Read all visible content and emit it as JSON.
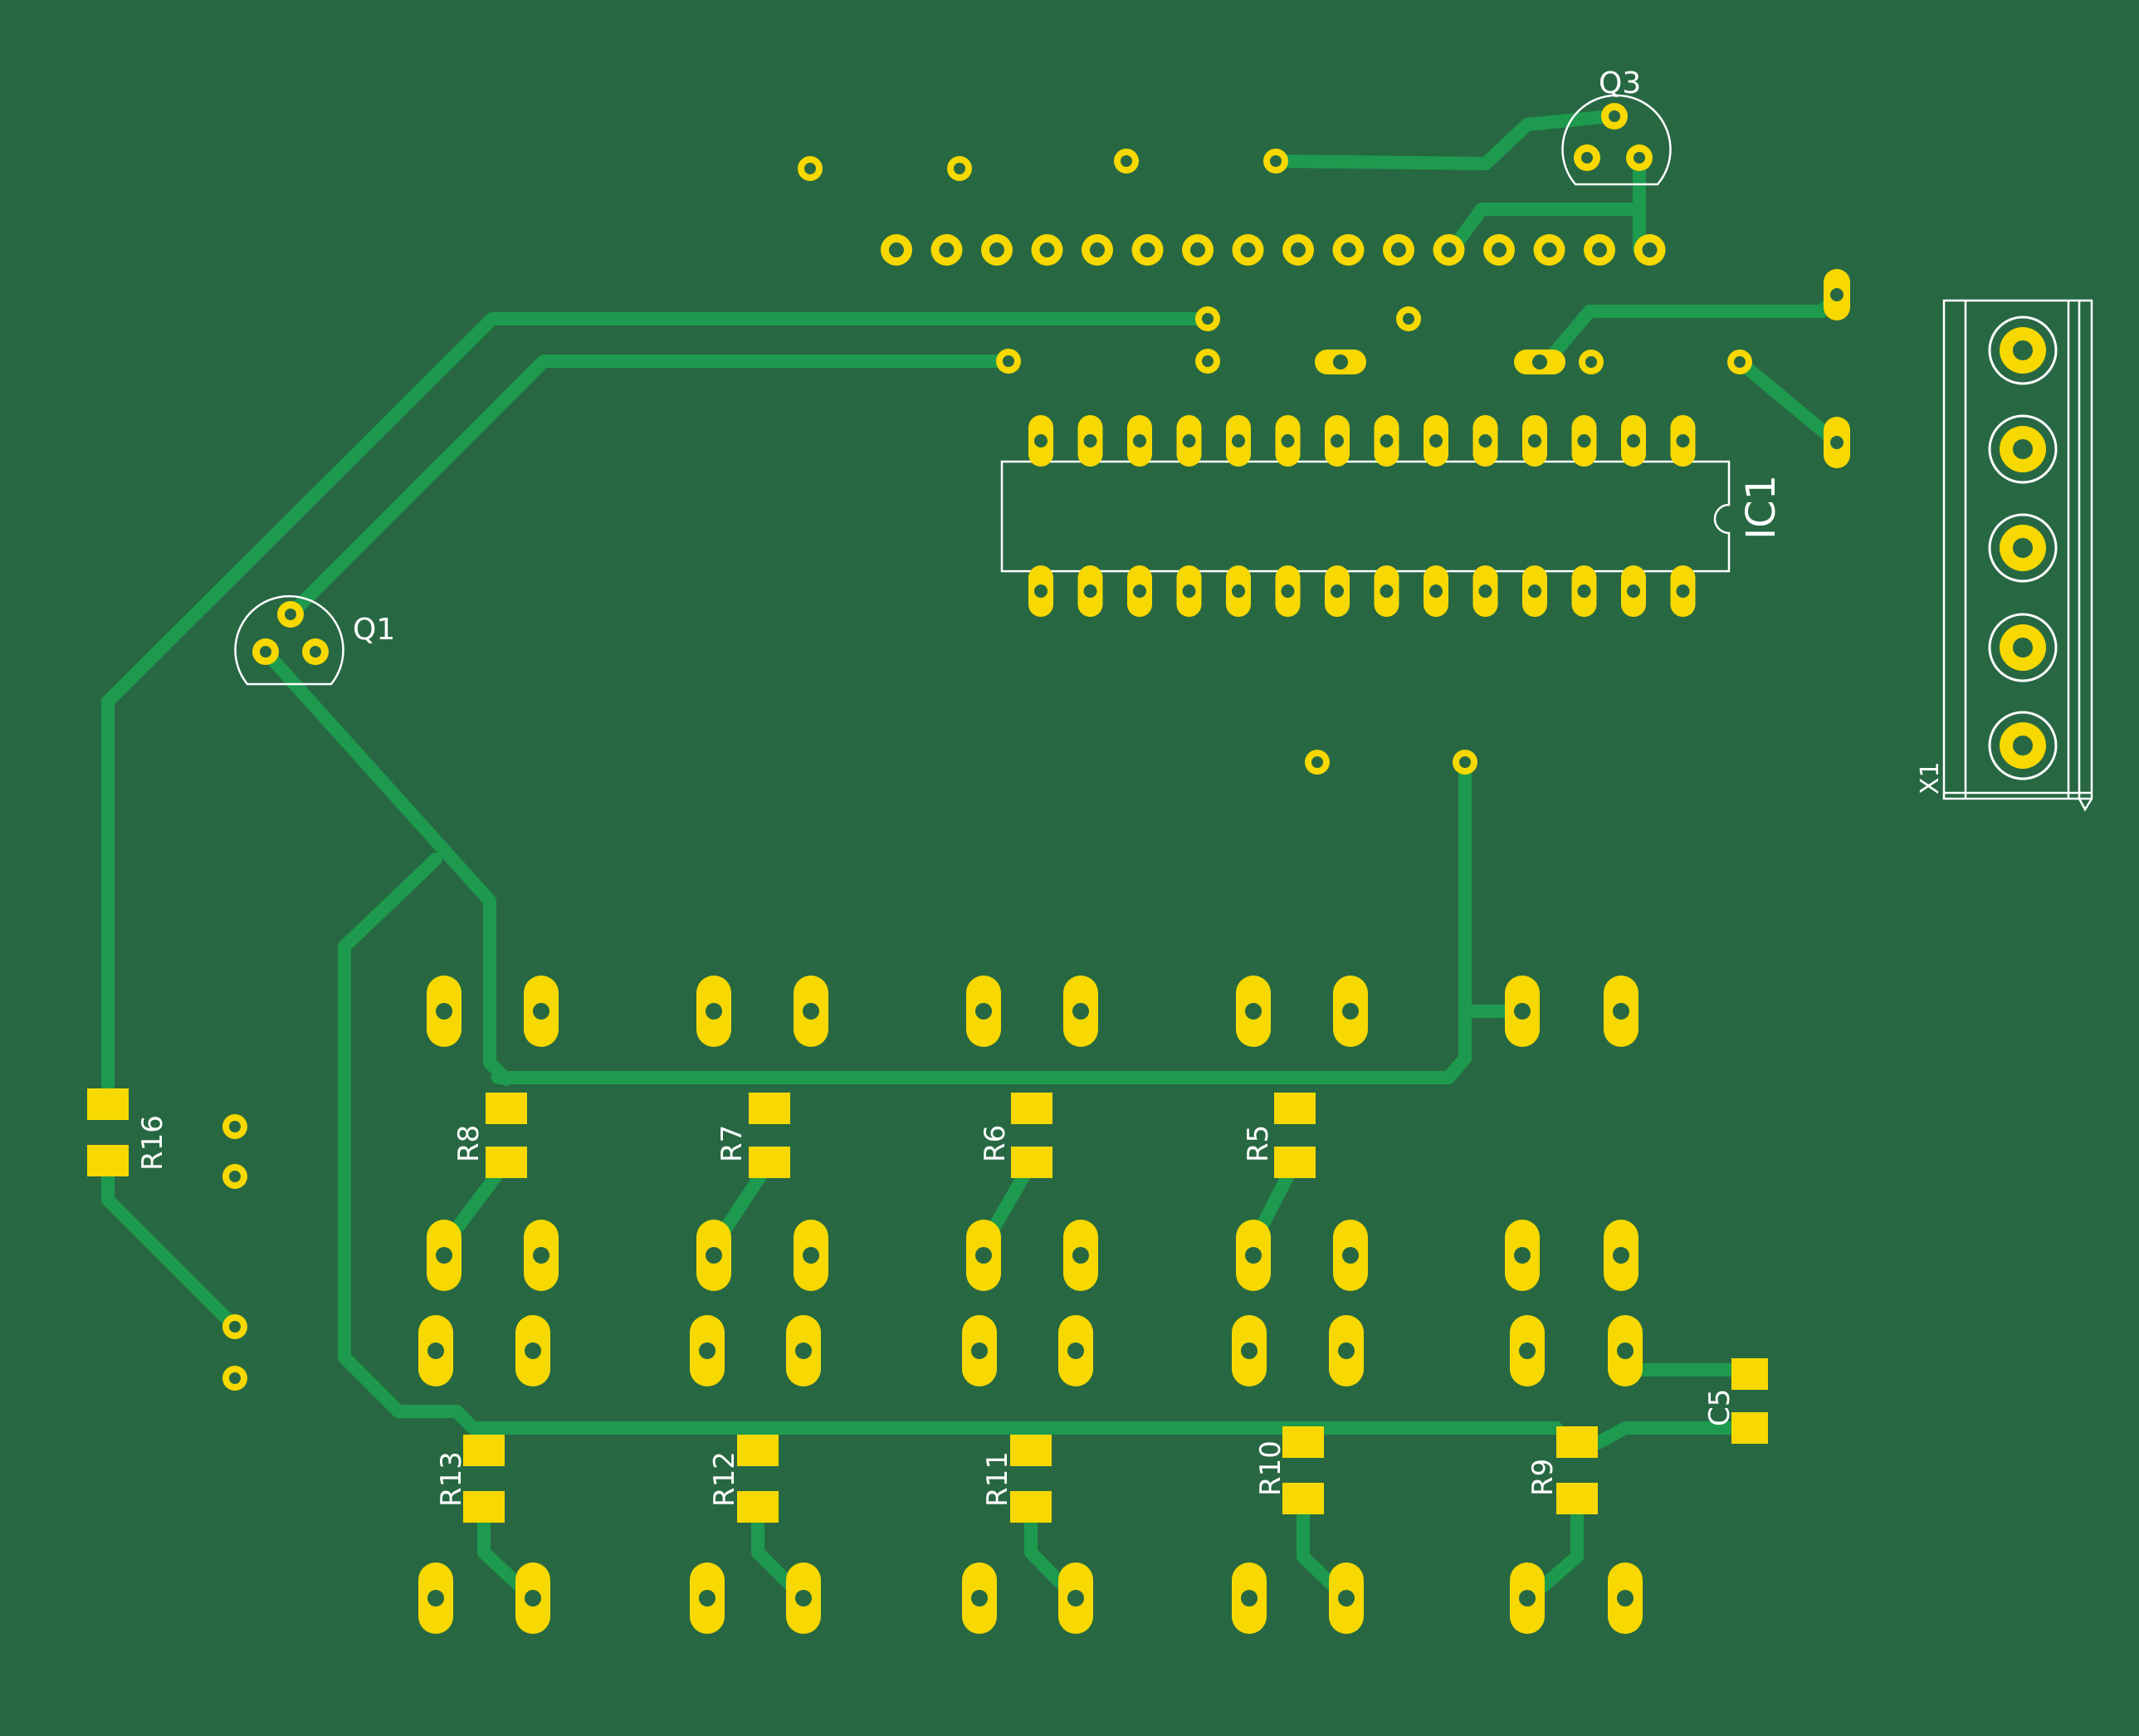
{
  "colors": {
    "board": "#276843",
    "trace": "#1e9a4e",
    "pad": "#f7d800",
    "drill": "#276843",
    "silkscreen": "#ffffff"
  },
  "labels": {
    "q3": "Q3",
    "q1": "Q1",
    "ic1": "IC1",
    "x1": "X1",
    "r16": "R16",
    "r8": "R8",
    "r7": "R7",
    "r6": "R6",
    "r5": "R5",
    "r13": "R13",
    "r12": "R12",
    "r11": "R11",
    "r10": "R10",
    "r9": "R9",
    "c5": "C5"
  }
}
